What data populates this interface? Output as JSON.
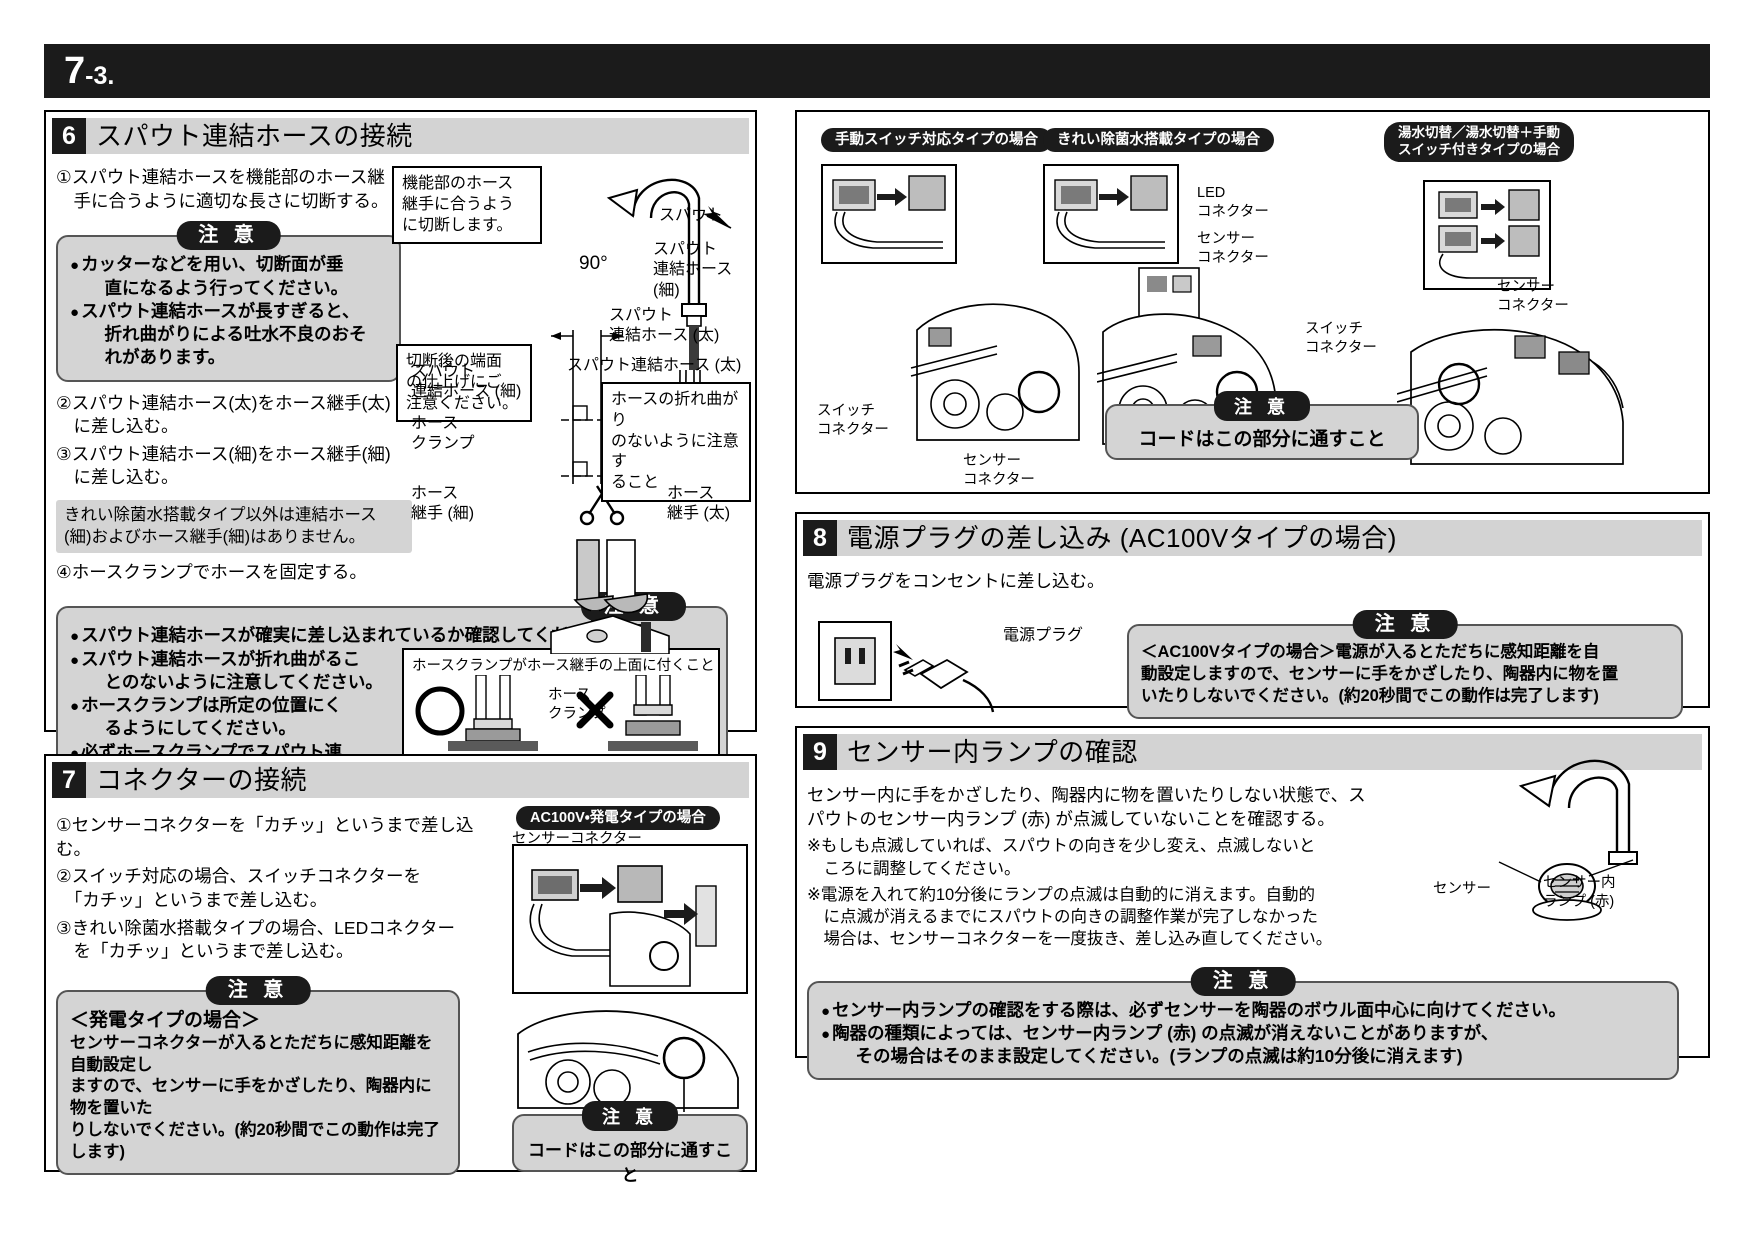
{
  "banner": {
    "number": "7",
    "suffix": "-3."
  },
  "section6": {
    "badge": "6",
    "title": "スパウト連結ホースの接続",
    "steps": [
      "①スパウト連結ホースを機能部のホース継\n　手に合うように適切な長さに切断する。",
      "②スパウト連結ホース(太)をホース継手(太)\n　に差し込む。",
      "③スパウト連結ホース(細)をホース継手(細)\n　に差し込む。",
      "④ホースクランプでホースを固定する。"
    ],
    "caution1": {
      "tag": "注 意",
      "items": [
        "カッターなどを用い、切断面が垂\n　直になるよう行ってください。",
        "スパウト連結ホースが長すぎると、\n　折れ曲がりによる吐水不良のおそ\n　れがあります。"
      ]
    },
    "note": "きれい除菌水搭載タイプ以外は連結ホース\n(細)およびホース継手(細)はありません。",
    "caution2": {
      "tag": "注 意",
      "items": [
        "スパウト連結ホースが確実に差し込まれているか確認してください。",
        "スパウト連結ホースが折れ曲がるこ\n　とのないように注意してください。",
        "ホースクランプは所定の位置にく\n　るようにしてください。",
        "必ずホースクランプでスパウト連\n　結ホースを固定してください。"
      ],
      "diagram_caption": "ホースクランプがホース継手の上面に付くこと",
      "diagram_label": "ホース\nクランプ"
    },
    "callouts": {
      "cut_fit": "機能部のホース\n継手に合うよう\nに切断します。",
      "cut_end": "切断後の端面\nの仕上げにご\n注意ください。",
      "no_kink": "ホースの折れ曲がり\nのないように注意す\nること"
    },
    "diagram_labels": {
      "spout": "スパウト",
      "hose_thin_top": "スパウト\n連結ホース\n(細)",
      "hose_thick_top": "スパウト\n連結ホース (太)",
      "angle": "90°",
      "hose_thin": "スパウト\n連結ホース (細)",
      "hose_thick": "スパウト連結ホース (太)",
      "clamp": "ホース\nクランプ",
      "joint_thin": "ホース\n継手 (細)",
      "joint_thick": "ホース\n継手 (太)"
    }
  },
  "section7": {
    "badge": "7",
    "title": "コネクターの接続",
    "steps": [
      "①センサーコネクターを「カチッ」というまで差し込む。",
      "②スイッチ対応の場合、スイッチコネクターを\n　「カチッ」というまで差し込む。",
      "③きれい除菌水搭載タイプの場合、LEDコネクター\n　を「カチッ」というまで差し込む。"
    ],
    "caution": {
      "tag": "注 意",
      "heading": "＜発電タイプの場合＞",
      "body": "センサーコネクターが入るとただちに感知距離を自動設定し\nますので、センサーに手をかざしたり、陶器内に物を置いた\nりしないでください。(約20秒間でこの動作は完了します)"
    },
    "panel_title": "AC100V・発電タイプの場合",
    "panel_label": "センサーコネクター",
    "bubble": {
      "tag": "注 意",
      "text": "コードはこの部分に通すこと"
    }
  },
  "section_connectors": {
    "types": [
      {
        "pill": "手動スイッチ対応タイプの場合",
        "labels": [
          "スイッチ\nコネクター",
          "センサー\nコネクター"
        ]
      },
      {
        "pill": "きれい除菌水搭載タイプの場合",
        "labels": [
          "LED\nコネクター",
          "センサー\nコネクター"
        ]
      },
      {
        "pill": "湯水切替／湯水切替＋手動\nスイッチ付きタイプの場合",
        "labels": [
          "センサー\nコネクター",
          "スイッチ\nコネクター"
        ]
      }
    ],
    "bubble": {
      "tag": "注 意",
      "text": "コードはこの部分に通すこと"
    }
  },
  "section8": {
    "badge": "8",
    "title": "電源プラグの差し込み (AC100Vタイプの場合)",
    "step": "電源プラグをコンセントに差し込む。",
    "plug_label": "電源プラグ",
    "caution": {
      "tag": "注 意",
      "body": "＜AC100Vタイプの場合＞電源が入るとただちに感知距離を自\n動設定しますので、センサーに手をかざしたり、陶器内に物を置\nいたりしないでください。(約20秒間でこの動作は完了します)"
    }
  },
  "section9": {
    "badge": "9",
    "title": "センサー内ランプの確認",
    "steps": [
      "センサー内に手をかざしたり、陶器内に物を置いたりしない状態で、ス\nパウトのセンサー内ランプ (赤) が点滅していないことを確認する。",
      "※もしも点滅していれば、スパウトの向きを少し変え、点滅しないと\n　ころに調整してください。",
      "※電源を入れて約10分後にランプの点滅は自動的に消えます。自動的\n　に点滅が消えるまでにスパウトの向きの調整作業が完了しなかった\n　場合は、センサーコネクターを一度抜き、差し込み直してください。"
    ],
    "diagram_labels": {
      "sensor": "センサー",
      "lamp": "センサー内\nランプ (赤)"
    },
    "caution": {
      "tag": "注 意",
      "items": [
        "センサー内ランプの確認をする際は、必ずセンサーを陶器のボウル面中心に向けてください。",
        "陶器の種類によっては、センサー内ランプ (赤) の点滅が消えないことがありますが、\n　その場合はそのまま設定してください。(ランプの点滅は約10分後に消えます)"
      ]
    }
  },
  "colors": {
    "black": "#1b1b1b",
    "grey_head": "#d3d3d3",
    "grey_box": "#d4d4d4"
  }
}
